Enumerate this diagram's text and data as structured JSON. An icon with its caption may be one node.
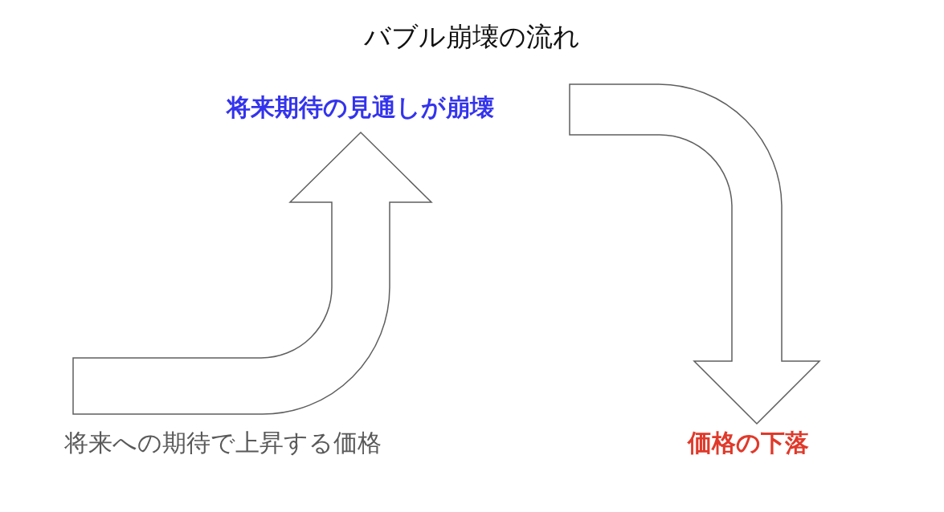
{
  "diagram": {
    "title": "バブル崩壊の流れ",
    "nodes": [
      {
        "text": [
          "将来への期待で上昇する価格"
        ]
      },
      {
        "text": [
          "将来期待の見通しが崩壊"
        ]
      },
      {
        "text": [
          "価格の下落"
        ]
      }
    ],
    "edges": [
      {
        "from": 0,
        "to": 1,
        "arrow": "to"
      },
      {
        "from": 1,
        "to": 2,
        "arrow": "to"
      }
    ]
  }
}
